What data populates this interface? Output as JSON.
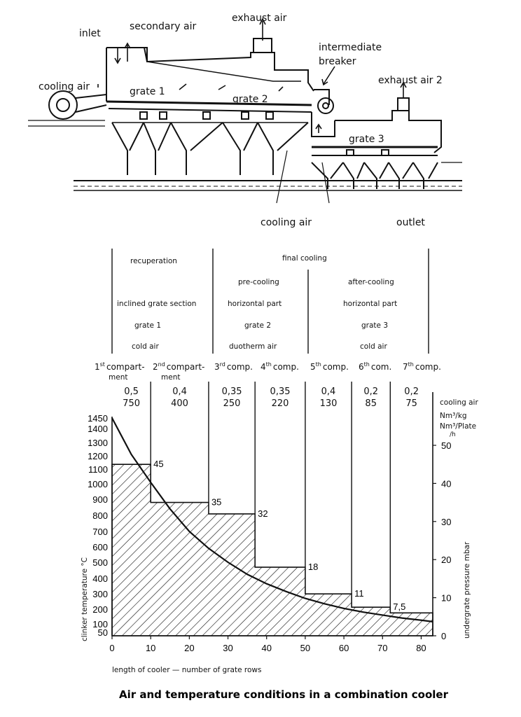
{
  "schematic": {
    "labels": {
      "inlet": "inlet",
      "secondary_air": "secondary air",
      "exhaust_air": "exhaust air",
      "intermediate": "intermediate",
      "breaker": "breaker",
      "exhaust_air_2": "exhaust air 2",
      "cooling_air_left": "cooling air",
      "grate_1": "grate 1",
      "grate_2": "grate 2",
      "grate_3": "grate 3",
      "cooling_air_bottom": "cooling air",
      "outlet": "outlet"
    }
  },
  "table": {
    "row1": {
      "recuperation": "recuperation",
      "final_cooling": "final cooling"
    },
    "row2": {
      "pre_cooling": "pre-cooling",
      "after_cooling": "after-cooling"
    },
    "row3": {
      "inclined": "inclined grate section",
      "horizontal_a": "horizontal part",
      "horizontal_b": "horizontal part"
    },
    "row4": {
      "grate1": "grate 1",
      "grate2": "grate 2",
      "grate3": "grate 3"
    },
    "row5": {
      "cold_air_a": "cold air",
      "duotherm": "duotherm air",
      "cold_air_b": "cold air"
    },
    "compartments": {
      "c1_sup": "st",
      "c1_main": "1",
      "c1_rest": "compart-",
      "c1_line2": "ment",
      "c2_main": "2",
      "c2_sup": "nd",
      "c2_rest": "compart-",
      "c2_line2": "ment",
      "c3_main": "3",
      "c3_sup": "rd",
      "c3_rest": "comp.",
      "c4_main": "4",
      "c4_sup": "th",
      "c4_rest": "comp.",
      "c5_main": "5",
      "c5_sup": "th",
      "c5_rest": "comp.",
      "c6_main": "6",
      "c6_sup": "th",
      "c6_rest": "com.",
      "c7_main": "7",
      "c7_sup": "th",
      "c7_rest": "comp."
    },
    "air_nm3_kg": [
      "0,5",
      "0,4",
      "0,35",
      "0,35",
      "0,4",
      "0,2",
      "0,2"
    ],
    "air_nm3_plate": [
      "750",
      "400",
      "250",
      "220",
      "130",
      "85",
      "75"
    ],
    "units": {
      "cooling_air": "cooling air",
      "nm3_kg": "Nm³/kg",
      "nm3_plate": "Nm³/Plate",
      "h": "/h"
    }
  },
  "chart_data": {
    "type": "line",
    "xlabel": "length of cooler — number of grate rows",
    "ylabel": "clinker temperature °C",
    "y2label": "undergrate pressure mbar",
    "xlim": [
      0,
      83
    ],
    "xticks": [
      "0",
      "10",
      "20",
      "30",
      "40",
      "50",
      "60",
      "70",
      "80"
    ],
    "yticks": [
      "1450",
      "1400",
      "1300",
      "1200",
      "1100",
      "1000",
      "900",
      "800",
      "700",
      "600",
      "500",
      "400",
      "300",
      "200",
      "100",
      "50"
    ],
    "y2ticks": [
      "0",
      "10",
      "20",
      "30",
      "40",
      "50"
    ],
    "compartment_boundaries": [
      0,
      10,
      25,
      37,
      50,
      62,
      72,
      83
    ],
    "pressure_series": {
      "name": "",
      "values": [
        45,
        35,
        32,
        18,
        11,
        7.5,
        6
      ],
      "labels": [
        "45",
        "35",
        "32",
        "18",
        "11",
        "7,5",
        ""
      ]
    },
    "temperature_series": {
      "name": "",
      "x": [
        0,
        5,
        10,
        15,
        20,
        25,
        30,
        35,
        40,
        45,
        50,
        55,
        60,
        65,
        70,
        75,
        80,
        83
      ],
      "y": [
        1450,
        1210,
        1010,
        840,
        700,
        590,
        500,
        425,
        365,
        315,
        270,
        235,
        205,
        180,
        160,
        140,
        125,
        115
      ]
    }
  },
  "caption": "Air and temperature conditions in a combination cooler"
}
